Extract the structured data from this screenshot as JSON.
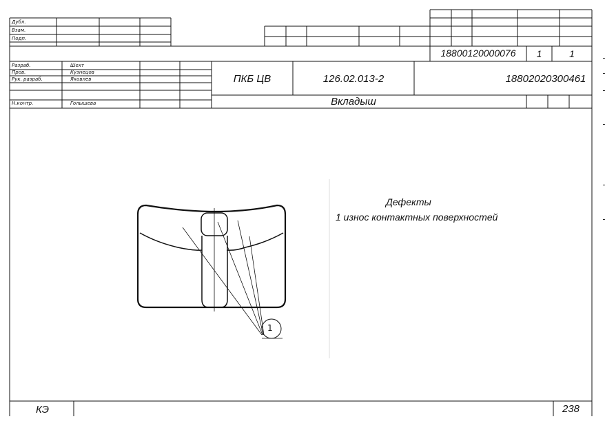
{
  "approval_block": {
    "labels": [
      "Дубл.",
      "Взам.",
      "Подп."
    ]
  },
  "title_block": {
    "number_top": "18800120000076",
    "sheet": "1",
    "sheets": "1",
    "roles": [
      "Разраб.",
      "Пров.",
      "Рук. разраб.",
      "",
      "Н.контр."
    ],
    "names": [
      "Шехт",
      "Кузнецов",
      "Яковлев",
      "",
      "Голышева"
    ],
    "org": "ПКБ ЦВ",
    "designation": "126.02.013-2",
    "number_right": "18802020300461",
    "part_name": "Вкладыш"
  },
  "drawing": {
    "defects_title": "Дефекты",
    "defect_1": "1  износ контактных   поверхностей",
    "callout": "1"
  },
  "footer": {
    "doc_code": "КЭ",
    "page": "238"
  }
}
